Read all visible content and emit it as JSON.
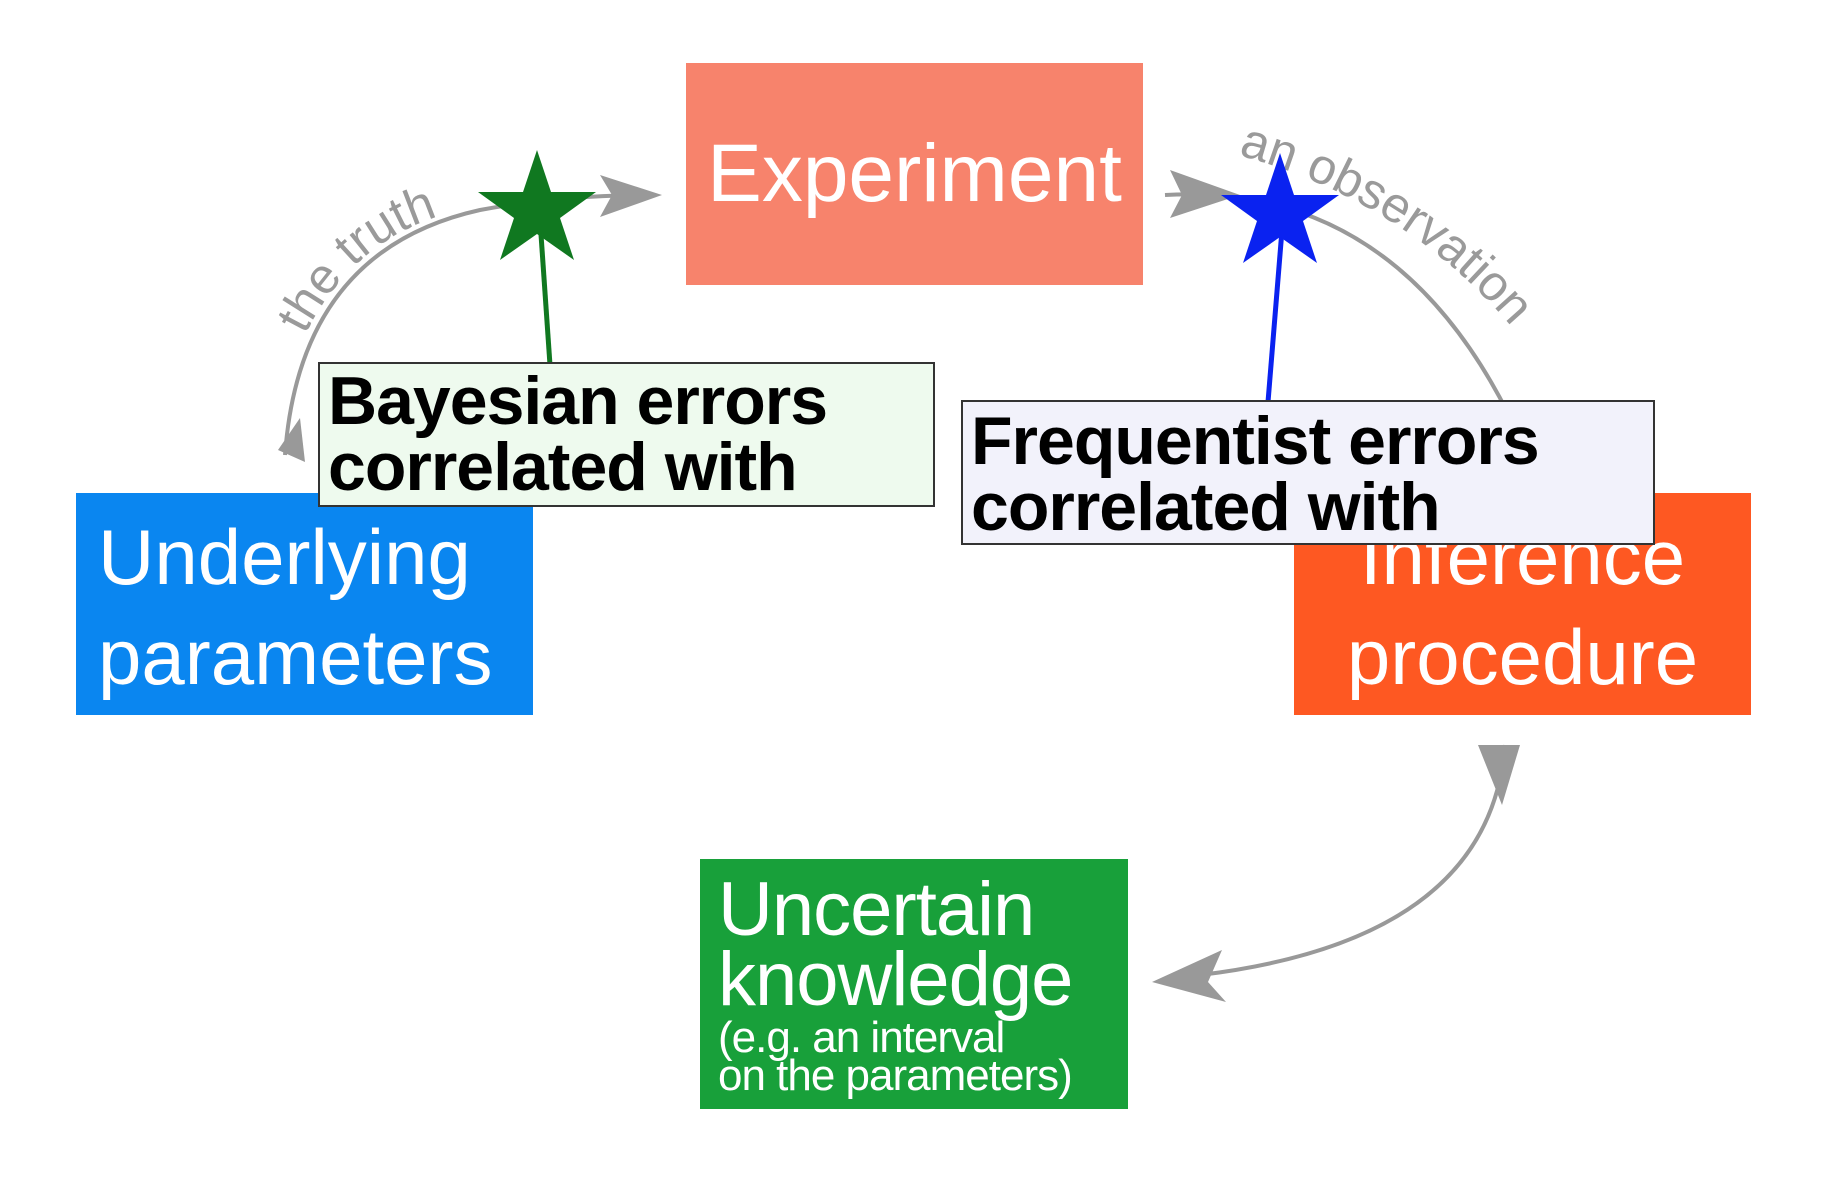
{
  "boxes": {
    "experiment": {
      "label": "Experiment",
      "color": "#f7836c"
    },
    "parameters": {
      "line1": "Underlying",
      "line2": "parameters",
      "color": "#0a86f0"
    },
    "inference": {
      "line1": "Inference",
      "line2": "procedure",
      "color": "#fe5822"
    },
    "knowledge": {
      "line1": "Uncertain",
      "line2": "knowledge",
      "note1": "(e.g. an interval",
      "note2": "on the parameters)",
      "color": "#18a03a"
    }
  },
  "arc_labels": {
    "truth": "the truth",
    "observation": "an observation"
  },
  "callouts": {
    "bayesian": {
      "line1": "Bayesian errors",
      "line2": "correlated with",
      "star_color": "#107820",
      "background": "#eefaee"
    },
    "frequentist": {
      "line1": "Frequentist errors",
      "line2": "correlated with",
      "star_color": "#0a22f0",
      "background": "#f2f2fb"
    }
  },
  "arrow_color": "#999999"
}
